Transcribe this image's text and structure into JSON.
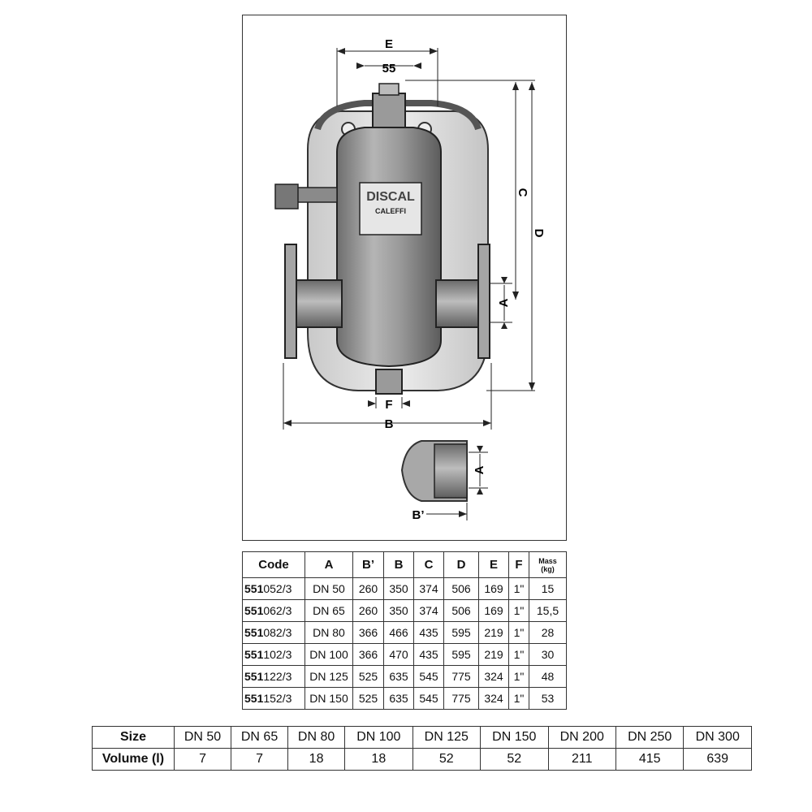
{
  "drawing": {
    "dimension_labels": {
      "E": "E",
      "fifty_five": "55",
      "C": "C",
      "D": "D",
      "A": "A",
      "F": "F",
      "B": "B",
      "A_detail": "A",
      "B_prime": "B’"
    },
    "badge": {
      "brand": "DISCAL",
      "maker": "CALEFFI"
    }
  },
  "spec_table": {
    "headers": [
      "Code",
      "A",
      "B’",
      "B",
      "C",
      "D",
      "E",
      "F"
    ],
    "mass_header": [
      "Mass",
      "(kg)"
    ],
    "rows": [
      {
        "code_prefix": "551",
        "code_suffix": "052/3",
        "A": "DN 50",
        "Bp": "260",
        "B": "350",
        "C": "374",
        "D": "506",
        "E": "169",
        "F": "1\"",
        "mass": "15"
      },
      {
        "code_prefix": "551",
        "code_suffix": "062/3",
        "A": "DN 65",
        "Bp": "260",
        "B": "350",
        "C": "374",
        "D": "506",
        "E": "169",
        "F": "1\"",
        "mass": "15,5"
      },
      {
        "code_prefix": "551",
        "code_suffix": "082/3",
        "A": "DN 80",
        "Bp": "366",
        "B": "466",
        "C": "435",
        "D": "595",
        "E": "219",
        "F": "1\"",
        "mass": "28"
      },
      {
        "code_prefix": "551",
        "code_suffix": "102/3",
        "A": "DN 100",
        "Bp": "366",
        "B": "470",
        "C": "435",
        "D": "595",
        "E": "219",
        "F": "1\"",
        "mass": "30"
      },
      {
        "code_prefix": "551",
        "code_suffix": "122/3",
        "A": "DN 125",
        "Bp": "525",
        "B": "635",
        "C": "545",
        "D": "775",
        "E": "324",
        "F": "1\"",
        "mass": "48"
      },
      {
        "code_prefix": "551",
        "code_suffix": "152/3",
        "A": "DN 150",
        "Bp": "525",
        "B": "635",
        "C": "545",
        "D": "775",
        "E": "324",
        "F": "1\"",
        "mass": "53"
      }
    ]
  },
  "volume_table": {
    "size_label": "Size",
    "volume_label": "Volume (l)",
    "sizes": [
      "DN 50",
      "DN 65",
      "DN 80",
      "DN 100",
      "DN 125",
      "DN 150",
      "DN 200",
      "DN 250",
      "DN 300"
    ],
    "volumes": [
      "7",
      "7",
      "18",
      "18",
      "52",
      "52",
      "211",
      "415",
      "639"
    ]
  }
}
